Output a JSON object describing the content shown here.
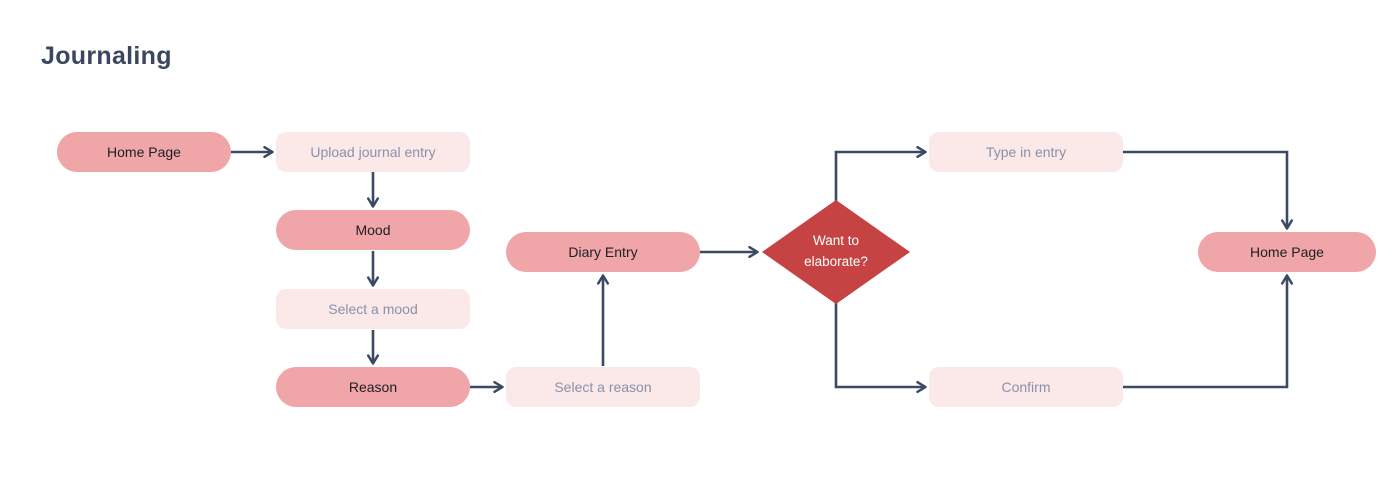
{
  "title": "Journaling",
  "flowchart": {
    "colors": {
      "pill": "#f0a5a8",
      "process_bg": "#fbe9e9",
      "decision_bg": "#c54343",
      "line": "#3b4a63",
      "title_text": "#3a4760",
      "process_text": "#8a90a7",
      "pill_text": "#1d1f26",
      "decision_text": "#ffffff",
      "canvas_bg": "#ffffff"
    },
    "nodes": [
      {
        "id": "home-page-start",
        "label": "Home Page",
        "shape": "pill"
      },
      {
        "id": "upload-journal-entry",
        "label": "Upload journal entry",
        "shape": "process"
      },
      {
        "id": "mood",
        "label": "Mood",
        "shape": "pill"
      },
      {
        "id": "select-a-mood",
        "label": "Select a mood",
        "shape": "process"
      },
      {
        "id": "reason",
        "label": "Reason",
        "shape": "pill"
      },
      {
        "id": "select-a-reason",
        "label": "Select a reason",
        "shape": "process"
      },
      {
        "id": "diary-entry",
        "label": "Diary Entry",
        "shape": "pill"
      },
      {
        "id": "want-to-elaborate",
        "label": "Want to elaborate?",
        "shape": "decision"
      },
      {
        "id": "type-in-entry",
        "label": "Type in entry",
        "shape": "process"
      },
      {
        "id": "confirm",
        "label": "Confirm",
        "shape": "process"
      },
      {
        "id": "home-page-end",
        "label": "Home Page",
        "shape": "pill"
      }
    ],
    "edges": [
      {
        "from": "home-page-start",
        "to": "upload-journal-entry"
      },
      {
        "from": "upload-journal-entry",
        "to": "mood"
      },
      {
        "from": "mood",
        "to": "select-a-mood"
      },
      {
        "from": "select-a-mood",
        "to": "reason"
      },
      {
        "from": "reason",
        "to": "select-a-reason"
      },
      {
        "from": "select-a-reason",
        "to": "diary-entry"
      },
      {
        "from": "diary-entry",
        "to": "want-to-elaborate"
      },
      {
        "from": "want-to-elaborate",
        "to": "type-in-entry"
      },
      {
        "from": "want-to-elaborate",
        "to": "confirm"
      },
      {
        "from": "type-in-entry",
        "to": "home-page-end"
      },
      {
        "from": "confirm",
        "to": "home-page-end"
      }
    ]
  }
}
